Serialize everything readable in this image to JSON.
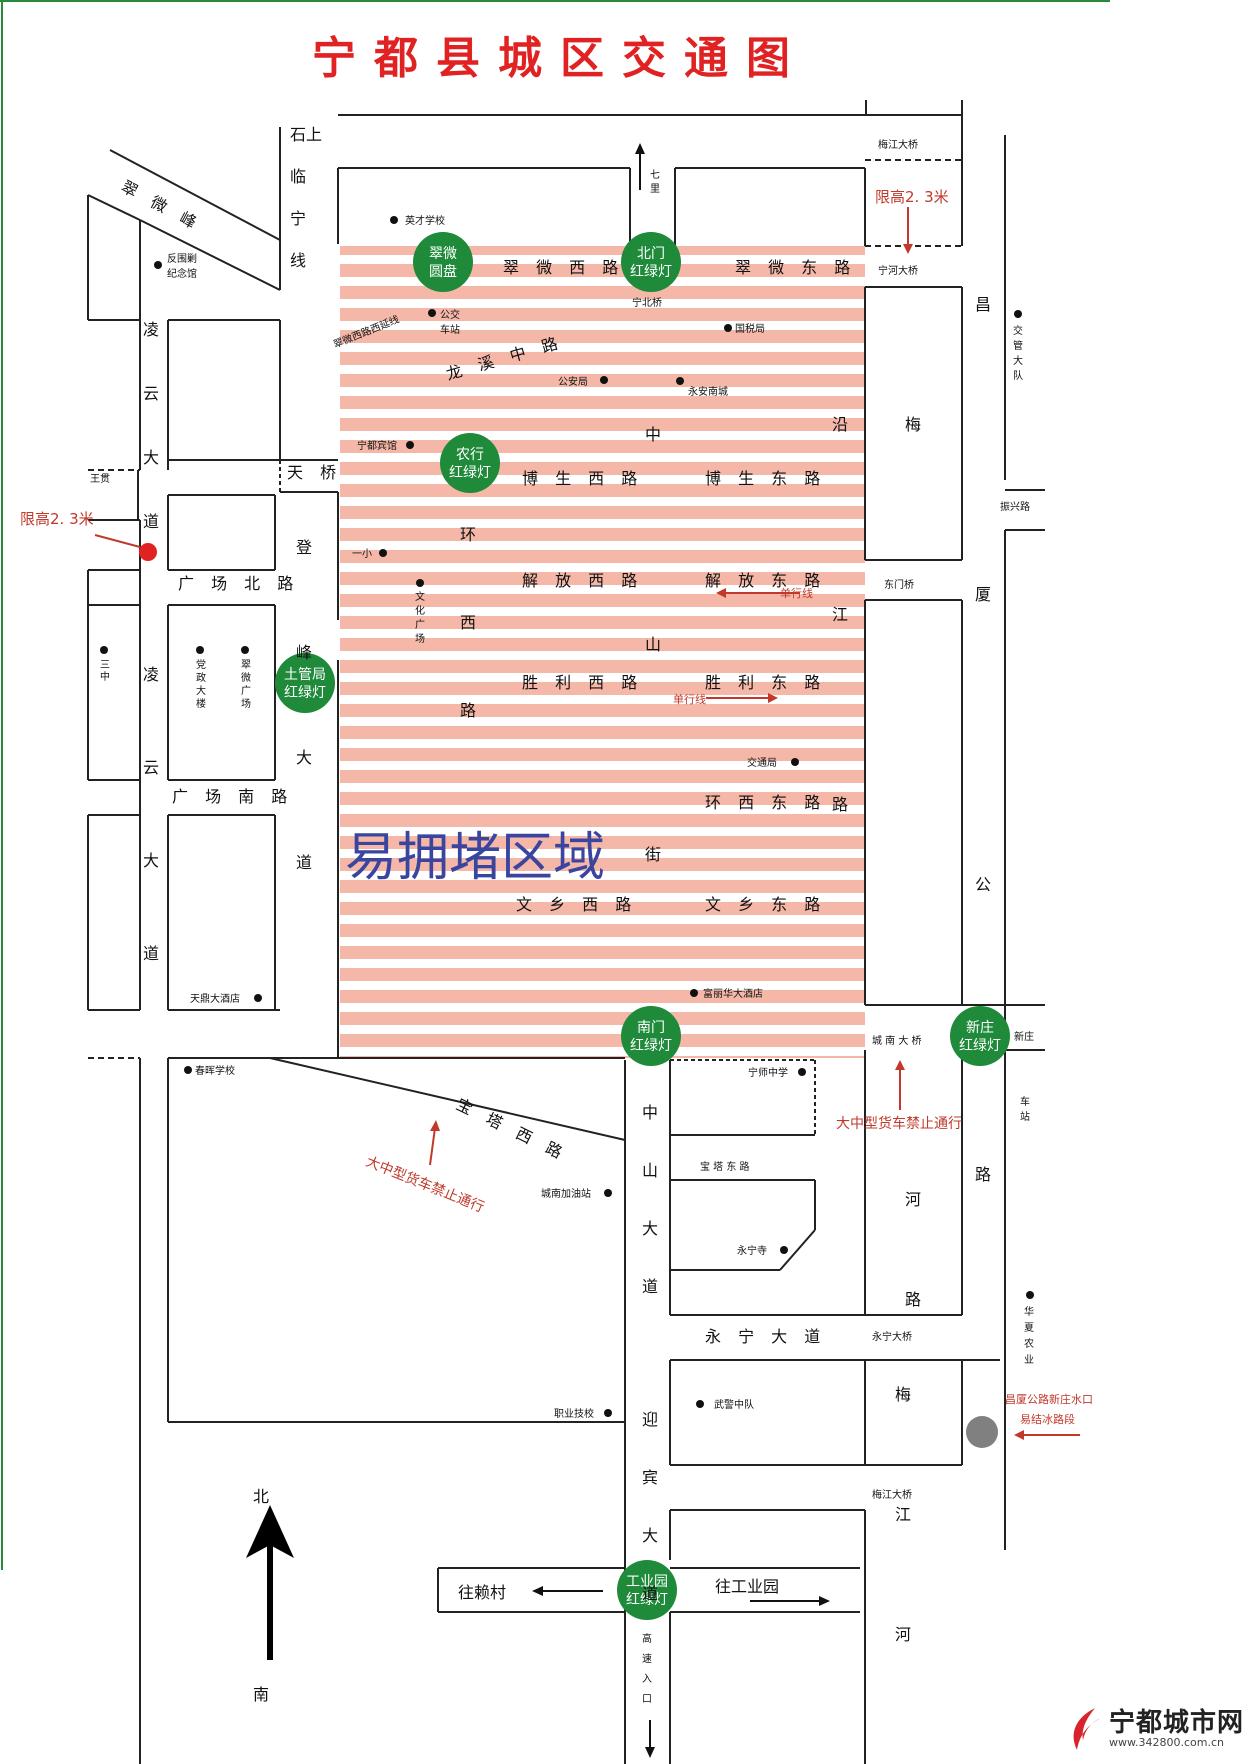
{
  "title": "宁都县城区交通图",
  "congestion_label": "易拥堵区域",
  "roads": {
    "cuiwei_feng": "翠 微 峰",
    "shishang_linning": [
      "石上",
      "临",
      "宁",
      "线"
    ],
    "qili": "七里",
    "meijiang_bridge_top": "梅江大桥",
    "ninghe_bridge": "宁河大桥",
    "cuiwei_west": "翠 微 西 路",
    "cuiwei_east": "翠 微 东 路",
    "cuiwei_ext": "翠微西路西延线",
    "longxi_mid": "龙 溪 中 路",
    "lingyun": [
      "凌",
      "云",
      "大",
      "道"
    ],
    "lingyun2": [
      "凌",
      "云",
      "大",
      "道"
    ],
    "tianqiao": "天 桥",
    "wanggong": "王贯",
    "bosheng_west": "博 生 西 路",
    "bosheng_east": "博 生 东 路",
    "jiefang_west": "解 放 西 路",
    "jiefang_east": "解 放 东 路",
    "shengli_west": "胜 利 西 路",
    "shengli_east": "胜 利 东 路",
    "huanxi_east": "环 西 东 路",
    "wenxiang_west": "文 乡 西 路",
    "wenxiang_east": "文 乡 东 路",
    "guangchang_north": "广 场 北 路",
    "guangchang_south": "广 场 南 路",
    "dengfeng": [
      "登",
      "峰",
      "大",
      "道"
    ],
    "huanxi": [
      "环",
      "西",
      "路"
    ],
    "zhongshan_street": [
      "中",
      "山",
      "街"
    ],
    "yanjiang": [
      "沿",
      "江",
      "路"
    ],
    "mei_upper": "梅",
    "changxia": [
      "昌",
      "厦",
      "公",
      "路"
    ],
    "zhenxing": "振兴路",
    "dongmen_bridge": "东门桥",
    "chengnan_bridge": "城 南 大 桥",
    "xinzhuang": "新庄",
    "baota_west": "宝 塔 西 路",
    "baota_east": "宝 塔 东 路",
    "zhongshan_avenue": [
      "中",
      "山",
      "大",
      "道"
    ],
    "yingbin": [
      "迎",
      "宾",
      "大",
      "道"
    ],
    "yongning_avenue": "永 宁 大 道",
    "yongning_bridge": "永宁大桥",
    "meijiang_bridge_bottom": "梅江大桥",
    "hehe": [
      "河",
      "路"
    ],
    "meijiang_river": [
      "梅",
      "江",
      "河"
    ],
    "to_laicun": "往赖村",
    "to_industrial": "往工业园",
    "expressway": [
      "高",
      "速",
      "入",
      "口"
    ]
  },
  "signals": [
    {
      "id": "cuiwei",
      "l1": "翠微",
      "l2": "圆盘"
    },
    {
      "id": "beimen",
      "l1": "北门",
      "l2": "红绿灯"
    },
    {
      "id": "nonghang",
      "l1": "农行",
      "l2": "红绿灯"
    },
    {
      "id": "tuguanju",
      "l1": "土管局",
      "l2": "红绿灯"
    },
    {
      "id": "nanmen",
      "l1": "南门",
      "l2": "红绿灯"
    },
    {
      "id": "xinzhuang",
      "l1": "新庄",
      "l2": "红绿灯"
    },
    {
      "id": "gongyeyuan",
      "l1": "工业园",
      "l2": "红绿灯"
    }
  ],
  "pois": {
    "yingcai": "英才学校",
    "fanweijiao": [
      "反围剿",
      "纪念馆"
    ],
    "gongjiao": [
      "公交",
      "车站"
    ],
    "guoshui": "国税局",
    "gongan": "公安局",
    "yongan": "永安南城",
    "ningdu_hotel": "宁都宾馆",
    "yixiao": "一小",
    "wenhua": [
      "文",
      "化",
      "广",
      "场"
    ],
    "sanzhong": [
      "三",
      "中"
    ],
    "dangzheng": [
      "党",
      "政",
      "大",
      "楼"
    ],
    "cuiwei_square": [
      "翠",
      "微",
      "广",
      "场"
    ],
    "jiaotong": "交通局",
    "jiaoguan": [
      "交",
      "管",
      "大",
      "队"
    ],
    "tianding": "天鼎大酒店",
    "fulihua": "富丽华大酒店",
    "ningshi": "宁师中学",
    "chunhui": "春晖学校",
    "chengnan_gas": "城南加油站",
    "yongning_temple": "永宁寺",
    "wujing": "武警中队",
    "zhiye": "职业技校",
    "huaxia": [
      "华",
      "夏",
      "农",
      "业"
    ],
    "station": [
      "车",
      "站"
    ],
    "ningbei": "宁北桥"
  },
  "notes": {
    "height_limit_top": "限高2. 3米",
    "height_limit_left": "限高2. 3米",
    "one_way_1": "单行线",
    "one_way_2": "单行线",
    "truck_ban_left": "大中型货车禁止通行",
    "truck_ban_right": "大中型货车禁止通行",
    "ice_warning_1": "昌厦公路新庄水口",
    "ice_warning_2": "易结冰路段"
  },
  "compass": {
    "north": "北",
    "south": "南"
  },
  "site": {
    "name": "宁都城市网",
    "url": "www.342800.com.cn"
  },
  "colors": {
    "congestion": "#f5b8a8",
    "signal": "#1e8a3a",
    "title": "#e02222",
    "warning": "#c0392b",
    "river": "#1a3fcc"
  }
}
